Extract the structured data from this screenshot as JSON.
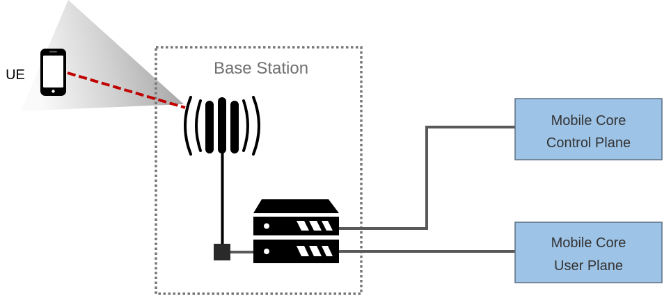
{
  "ue": {
    "label": "UE",
    "icon": "smartphone-icon"
  },
  "base_station": {
    "title": "Base Station",
    "antenna_icon": "antenna-icon",
    "server_icon": "server-icon"
  },
  "core": {
    "control_plane": {
      "line1": "Mobile Core",
      "line2": "Control Plane"
    },
    "user_plane": {
      "line1": "Mobile Core",
      "line2": "User Plane"
    }
  },
  "colors": {
    "box_fill": "#9dc3e6",
    "box_stroke": "#5b6f82",
    "radio_link": "#c00000",
    "wire": "#595959",
    "icon": "#000000",
    "text": "#404040",
    "beam_dark": "#9c9c9c"
  }
}
